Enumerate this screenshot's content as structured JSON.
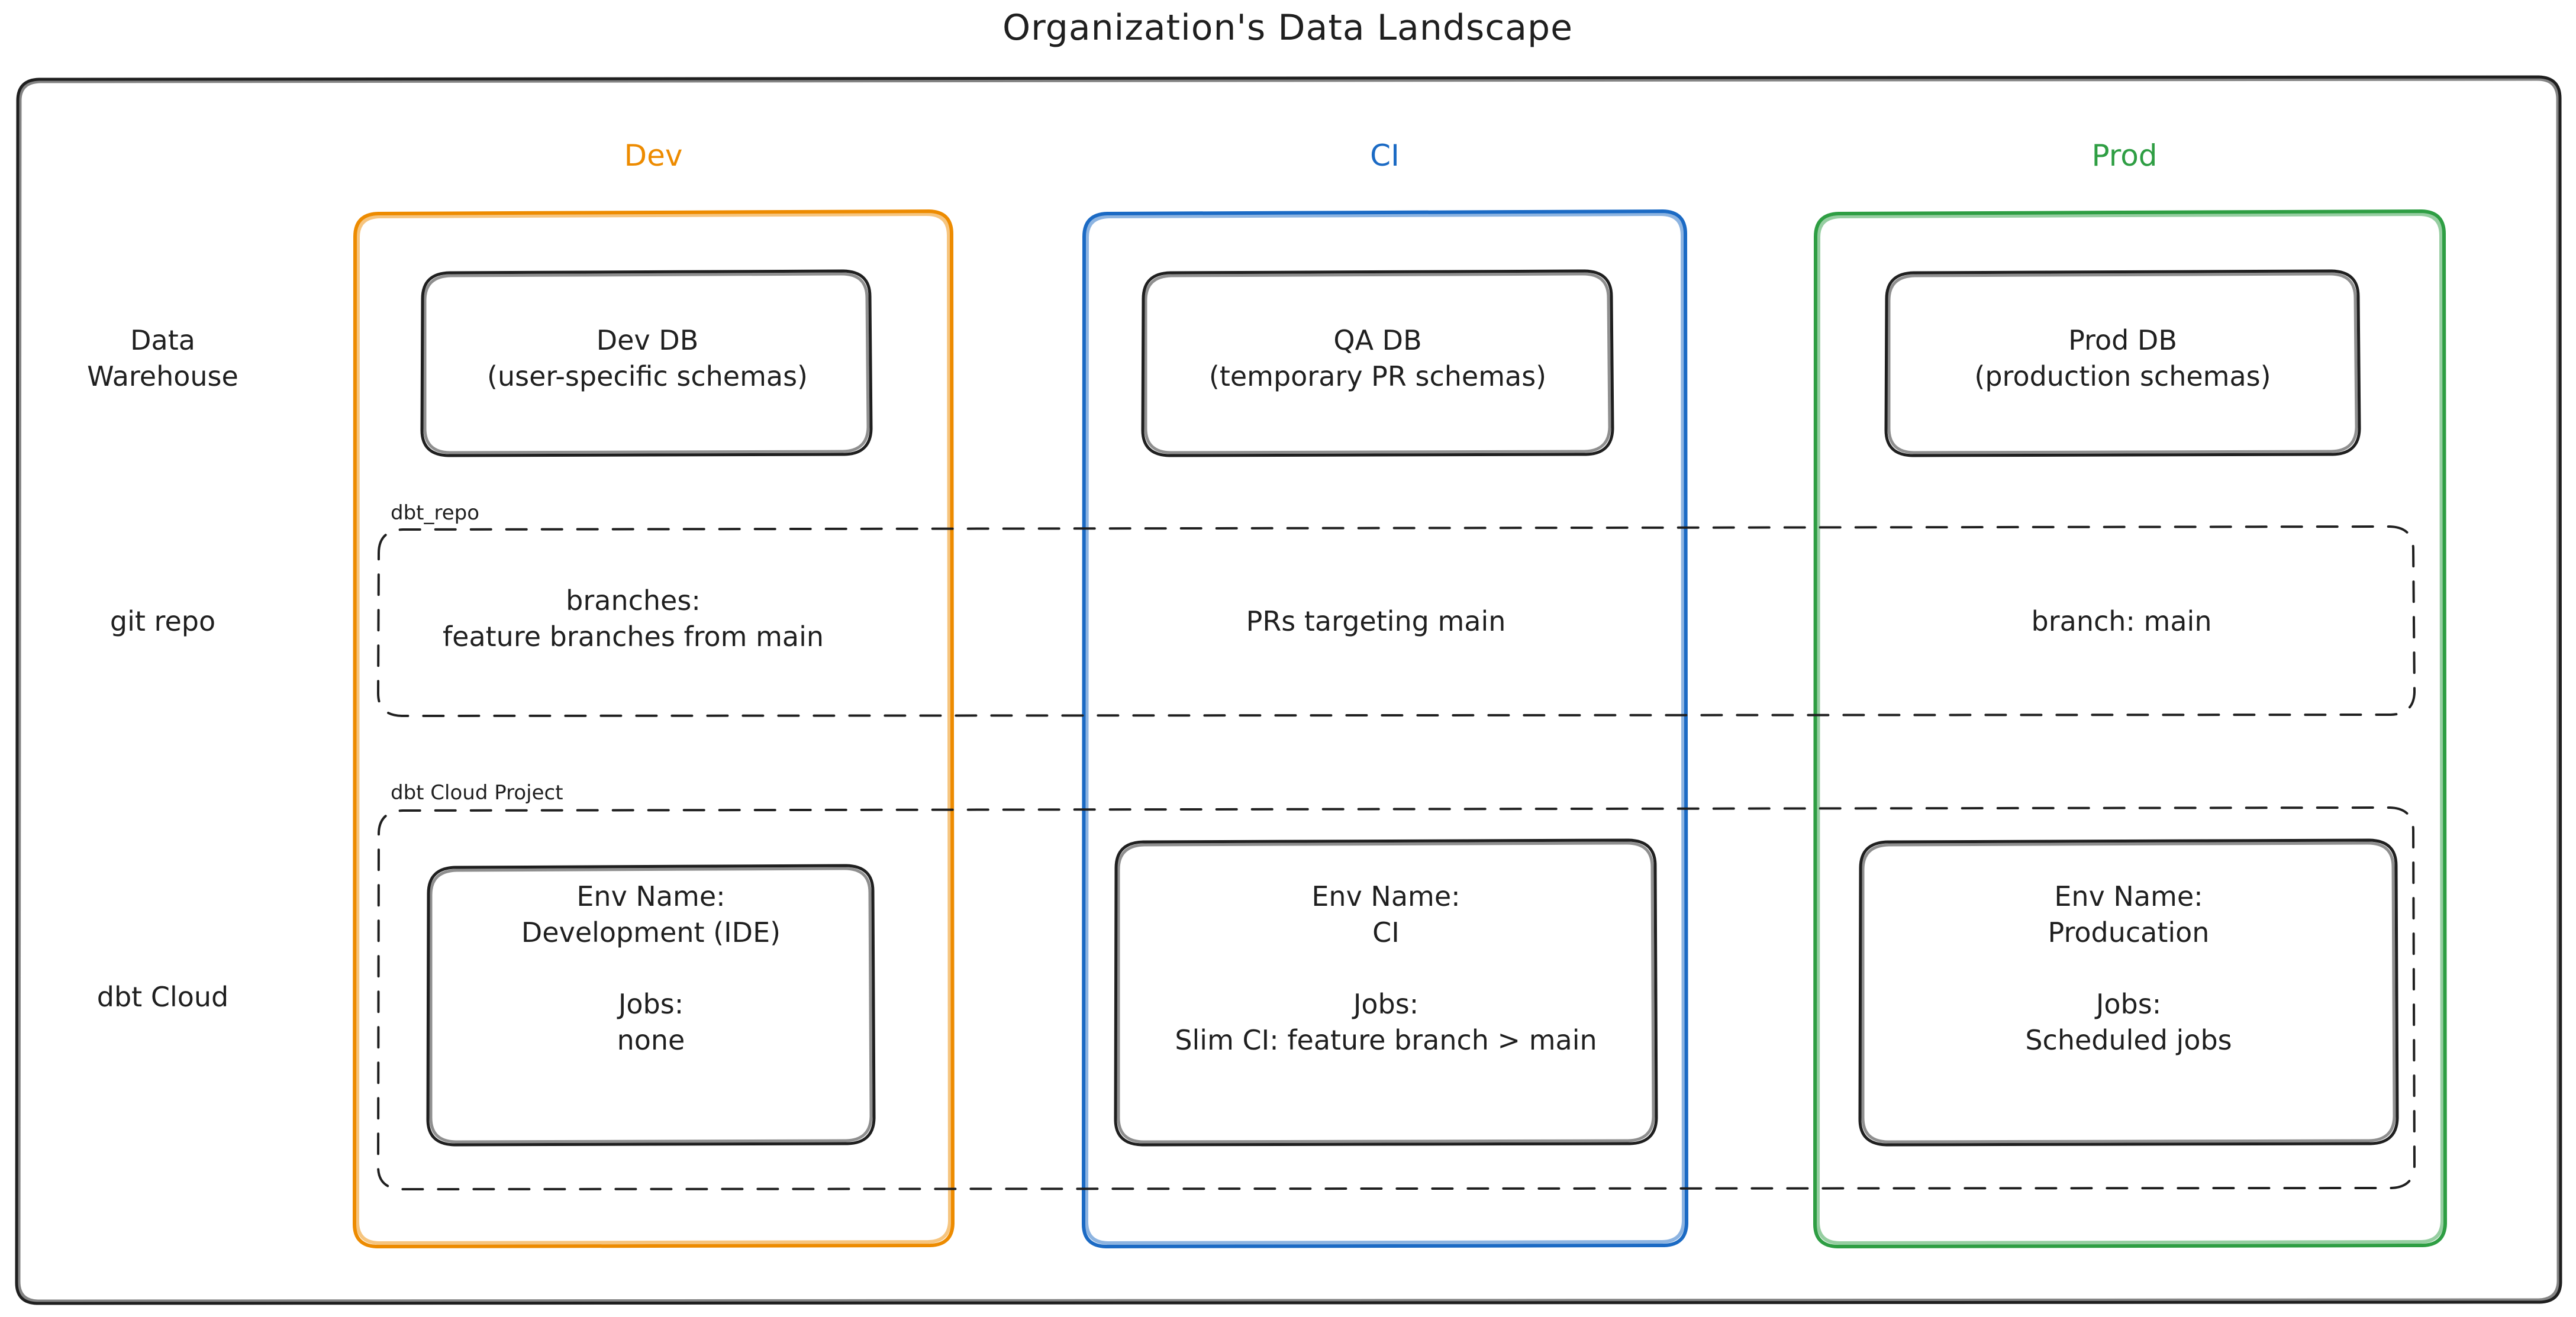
{
  "diagram": {
    "title": "Organization's Data Landscape",
    "type": "architecture-matrix",
    "colors": {
      "dev": "#ED8B00",
      "ci": "#1B6AC4",
      "prod": "#2E9E43",
      "stroke": "#1f1f1f",
      "background": "#ffffff"
    },
    "columns": [
      {
        "key": "dev",
        "label": "Dev",
        "color": "#ED8B00"
      },
      {
        "key": "ci",
        "label": "CI",
        "color": "#1B6AC4"
      },
      {
        "key": "prod",
        "label": "Prod",
        "color": "#2E9E43"
      }
    ],
    "rows": [
      {
        "key": "data_warehouse",
        "label": "Data\nWarehouse"
      },
      {
        "key": "git_repo",
        "label": "git repo"
      },
      {
        "key": "dbt_cloud",
        "label": "dbt Cloud"
      }
    ],
    "group_labels": {
      "git_repo": "dbt_repo",
      "dbt_cloud": "dbt Cloud Project"
    },
    "cells": {
      "data_warehouse": {
        "dev": "Dev DB\n(user-specific schemas)",
        "ci": "QA DB\n(temporary PR schemas)",
        "prod": "Prod DB\n(production schemas)"
      },
      "git_repo": {
        "dev": "branches:\nfeature branches from main",
        "ci": "PRs targeting main",
        "prod": "branch: main"
      },
      "dbt_cloud": {
        "dev": "Env Name:\nDevelopment (IDE)\n\nJobs:\nnone",
        "ci": "Env Name:\nCI\n\nJobs:\nSlim CI: feature branch > main",
        "prod": "Env Name:\nProducation\n\nJobs:\nScheduled jobs"
      }
    }
  }
}
